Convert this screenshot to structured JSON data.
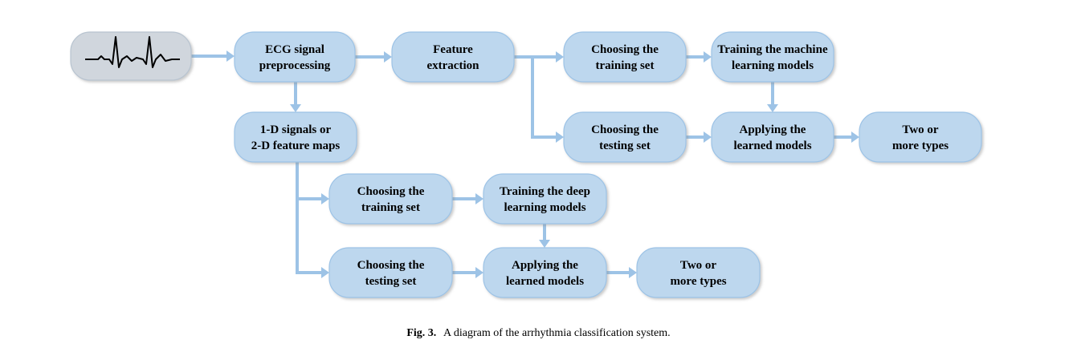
{
  "diagram": {
    "nodes": [
      {
        "id": "ecg",
        "label": []
      },
      {
        "id": "preprocessing",
        "label": [
          "ECG signal",
          "preprocessing"
        ]
      },
      {
        "id": "feature-extraction",
        "label": [
          "Feature",
          "extraction"
        ]
      },
      {
        "id": "ml-training-set",
        "label": [
          "Choosing the",
          "training set"
        ]
      },
      {
        "id": "ml-training-models",
        "label": [
          "Training the machine",
          "learning models"
        ]
      },
      {
        "id": "ml-testing-set",
        "label": [
          "Choosing the",
          "testing set"
        ]
      },
      {
        "id": "ml-applying",
        "label": [
          "Applying the",
          "learned models"
        ]
      },
      {
        "id": "ml-output",
        "label": [
          "Two or",
          "more types"
        ]
      },
      {
        "id": "signals-maps",
        "label": [
          "1-D signals or",
          "2-D feature maps"
        ]
      },
      {
        "id": "dl-training-set",
        "label": [
          "Choosing the",
          "training set"
        ]
      },
      {
        "id": "dl-training-models",
        "label": [
          "Training the deep",
          "learning models"
        ]
      },
      {
        "id": "dl-testing-set",
        "label": [
          "Choosing the",
          "testing set"
        ]
      },
      {
        "id": "dl-applying",
        "label": [
          "Applying the",
          "learned models"
        ]
      },
      {
        "id": "dl-output",
        "label": [
          "Two or",
          "more types"
        ]
      }
    ],
    "edges": [
      {
        "from": "ecg",
        "to": "preprocessing"
      },
      {
        "from": "preprocessing",
        "to": "feature-extraction"
      },
      {
        "from": "feature-extraction",
        "to": "ml-training-set"
      },
      {
        "from": "feature-extraction",
        "to": "ml-testing-set"
      },
      {
        "from": "ml-training-set",
        "to": "ml-training-models"
      },
      {
        "from": "ml-training-models",
        "to": "ml-applying"
      },
      {
        "from": "ml-testing-set",
        "to": "ml-applying"
      },
      {
        "from": "ml-applying",
        "to": "ml-output"
      },
      {
        "from": "preprocessing",
        "to": "signals-maps"
      },
      {
        "from": "signals-maps",
        "to": "dl-training-set"
      },
      {
        "from": "signals-maps",
        "to": "dl-testing-set"
      },
      {
        "from": "dl-training-set",
        "to": "dl-training-models"
      },
      {
        "from": "dl-training-models",
        "to": "dl-applying"
      },
      {
        "from": "dl-testing-set",
        "to": "dl-applying"
      },
      {
        "from": "dl-applying",
        "to": "dl-output"
      }
    ],
    "colors": {
      "node_fill": "#bdd7ee",
      "node_stroke": "#9dc3e6",
      "arrow": "#9dc3e6",
      "ecg_fill": "#d0d6dd"
    }
  },
  "caption": {
    "label": "Fig. 3.",
    "text": "A diagram of the arrhythmia classification system."
  }
}
